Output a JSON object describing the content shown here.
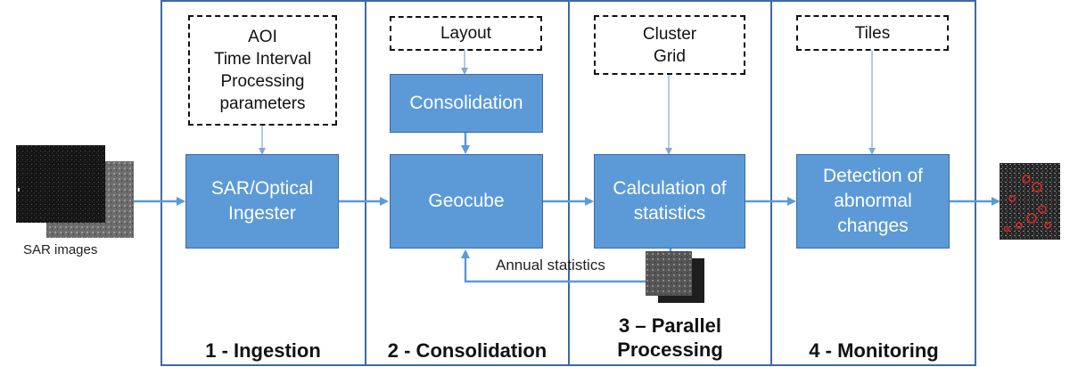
{
  "input": {
    "label": "SAR images"
  },
  "stages": [
    {
      "title": "1 - Ingestion",
      "input": "AOI\nTime Interval\nProcessing\nparameters",
      "process": "SAR/Optical\nIngester"
    },
    {
      "title": "2 - Consolidation",
      "input": "Layout",
      "pre_process": "Consolidation",
      "process": "Geocube"
    },
    {
      "title": "3 – Parallel\nProcessing",
      "input": "Cluster\nGrid",
      "process": "Calculation of\nstatistics"
    },
    {
      "title": "4 - Monitoring",
      "input": "Tiles",
      "process": "Detection of\nabnormal\nchanges"
    }
  ],
  "feedback": {
    "label": "Annual  statistics"
  },
  "colors": {
    "box_fill": "#5b9ad6",
    "stage_border": "#3c6aa3",
    "arrow": "#5b9ad6"
  }
}
